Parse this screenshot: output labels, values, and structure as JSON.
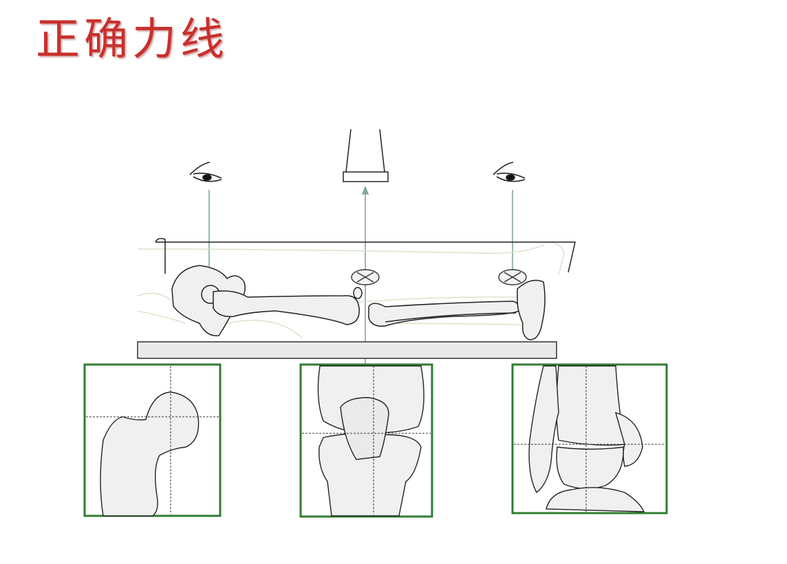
{
  "title": "正确力线",
  "colors": {
    "title": "#c9302c",
    "frame": "#2e7d32",
    "guide": "#7fa89a",
    "bone_fill": "#f0f0f0",
    "line": "#222222"
  },
  "icons": [
    "eye-icon",
    "xray-source-icon",
    "target-crosshair-icon"
  ],
  "panels": [
    "hip-panel",
    "knee-panel",
    "ankle-panel"
  ]
}
